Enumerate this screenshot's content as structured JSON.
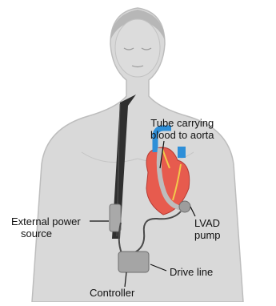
{
  "labels": {
    "tube": {
      "line1": "Tube carrying",
      "line2": "blood to aorta"
    },
    "external_power": {
      "line1": "External power",
      "line2": "source"
    },
    "pump": {
      "line1": "LVAD",
      "line2": "pump"
    },
    "drive_line": "Drive line",
    "controller": "Controller"
  },
  "colors": {
    "skin": "#d7d7d7",
    "skin_outline": "#b9b9b9",
    "strap": "#3a3a3a",
    "device": "#a8a8a8",
    "heart": "#e85a4f",
    "aorta": "#2f8fd6",
    "label_line": "#111111"
  }
}
